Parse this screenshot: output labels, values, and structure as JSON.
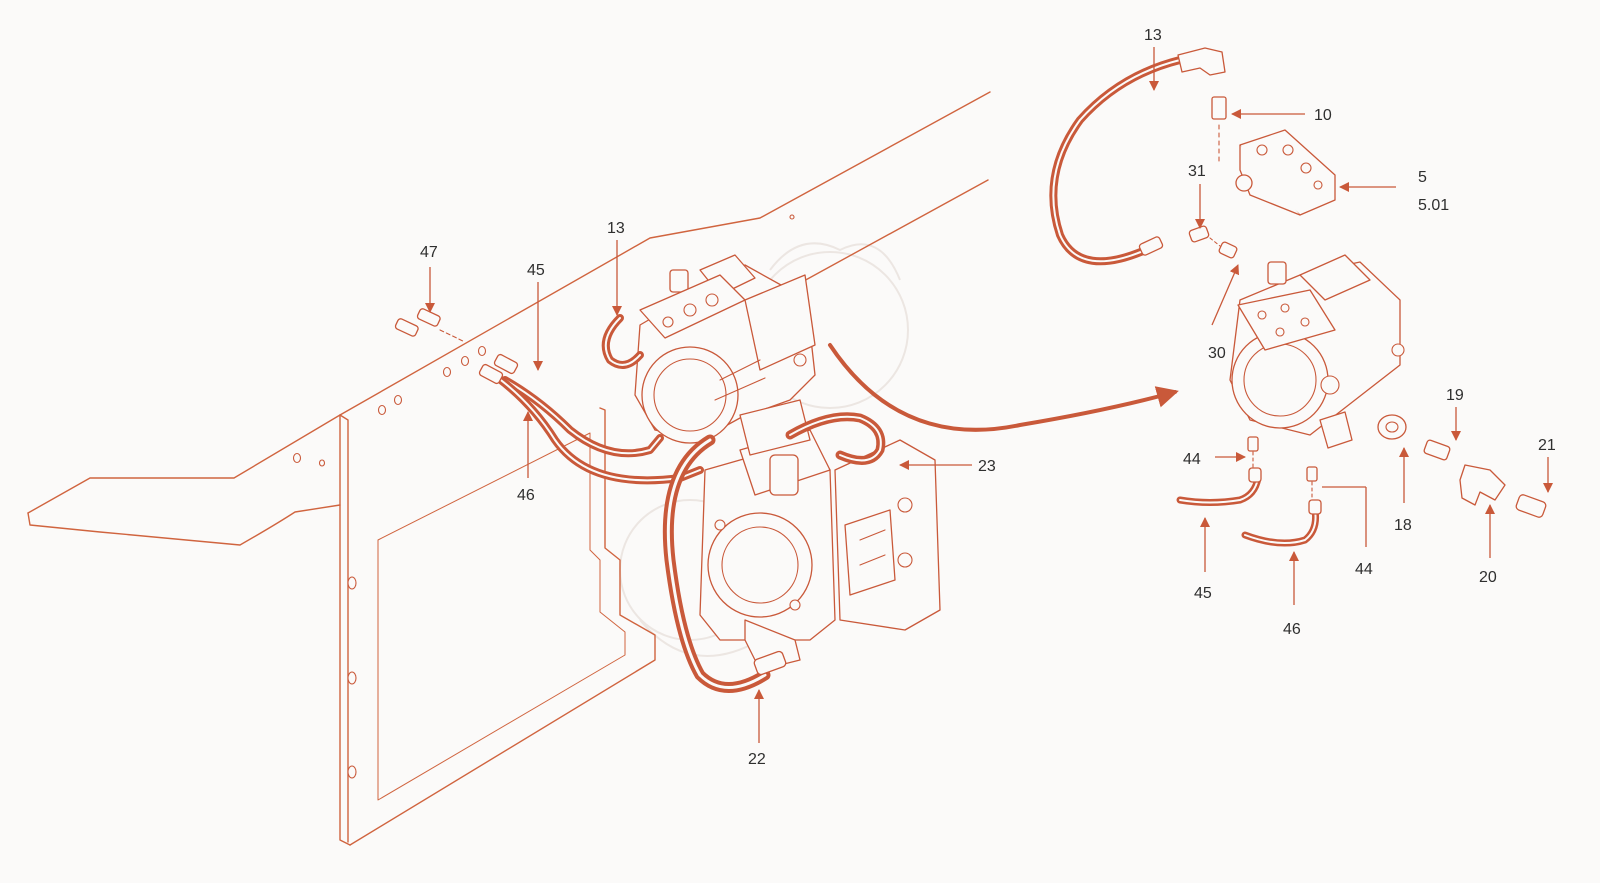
{
  "callouts": {
    "frame_47": "47",
    "frame_45": "45",
    "frame_46": "46",
    "pump_13": "13",
    "pump_23": "23",
    "pump_22": "22",
    "detail_13": "13",
    "detail_10": "10",
    "detail_5": "5",
    "detail_5_01": "5.01",
    "detail_31": "31",
    "detail_30": "30",
    "detail_19": "19",
    "detail_21": "21",
    "detail_44_left": "44",
    "detail_18": "18",
    "detail_20": "20",
    "detail_45": "45",
    "detail_44_right": "44",
    "detail_46": "46"
  },
  "colors": {
    "line": "#d0643f",
    "hose": "#c9593a",
    "text": "#2f2f2f",
    "background": "#fbfaf9"
  }
}
